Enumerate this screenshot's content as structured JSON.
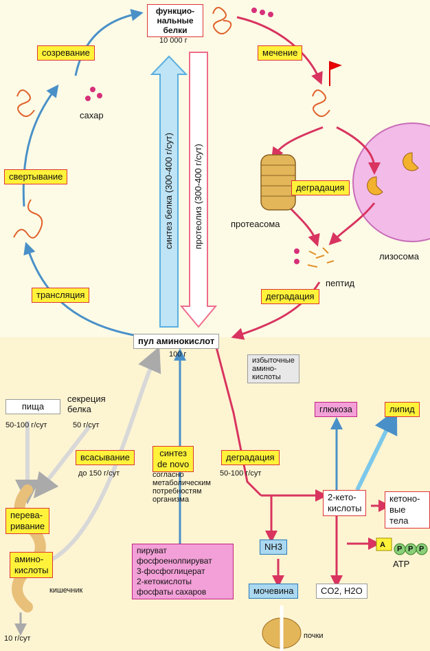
{
  "top": {
    "functional_proteins": "функцио-\nнальные\nбелки",
    "functional_amount": "10 000 г",
    "maturation": "созревание",
    "sugar": "сахар",
    "folding": "свертывание",
    "translation": "трансляция",
    "labeling": "мечение",
    "degradation_top": "деградация",
    "proteasome": "протеасома",
    "lysosome": "лизосома",
    "peptide": "пептид",
    "degradation_mid": "деградация",
    "synthesis_vertical": "синтез белка (300-400 г/сут)",
    "proteolysis_vertical": "протеолиз (300-400 г/сут)"
  },
  "pool": {
    "title": "пул аминокислот",
    "amount": "100 г"
  },
  "bottom": {
    "excess": "избыточные\nамино-\nкислоты",
    "food": "пища",
    "food_amount": "50-100 г/сут",
    "secretion": "секреция\nбелка",
    "secretion_amount": "50 г/сут",
    "absorption": "всасывание",
    "absorption_amount": "до 150 г/сут",
    "synthesis_denovo": "синтез\nde novo",
    "denovo_note": "согласно\nметаболическим\nпотребностям\nорганизма",
    "degradation_low": "деградация",
    "degradation_amount": "50-100 г/сут",
    "digestion": "перева-\nривание",
    "amino_acids": "амино-\nкислоты",
    "intestine": "кишечник",
    "excreted": "10 г/сут",
    "precursors": "пируват\nфосфоенолпируват\n3-фосфоглицерат\n2-кетокислоты\nфосфаты сахаров",
    "glucose": "глюкоза",
    "lipid": "липид",
    "keto_acids": "2-кето-\nкислоты",
    "ketone_bodies": "кетоно-\nвые тела",
    "nh3": "NH3",
    "urea": "мочевина",
    "co2_h2o": "CO2, H2O",
    "atp": "ATP",
    "kidney": "почки",
    "atp_p1": "P",
    "atp_p2": "P",
    "atp_p3": "P",
    "atp_a": "A"
  },
  "colors": {
    "background_top": "#fdfbe6",
    "background_bottom": "#fdf4d2",
    "label_yellow": "#fff23a",
    "arrow_blue": "#7cc8ea",
    "arrow_pink": "#ef6b8a",
    "arrow_gray": "#d8d8d8",
    "lysosome": "#f2bbe8",
    "proteasome": "#e3b65a",
    "protein_chain": "#e0602a",
    "sugar_dots": "#d6307a",
    "box_pink": "#f3a0d8",
    "box_blue": "#aad8f0"
  },
  "icons": {
    "flag": "red-flag-icon",
    "pacman": "lysosome-enzyme-icon",
    "kidney": "kidney-icon"
  }
}
